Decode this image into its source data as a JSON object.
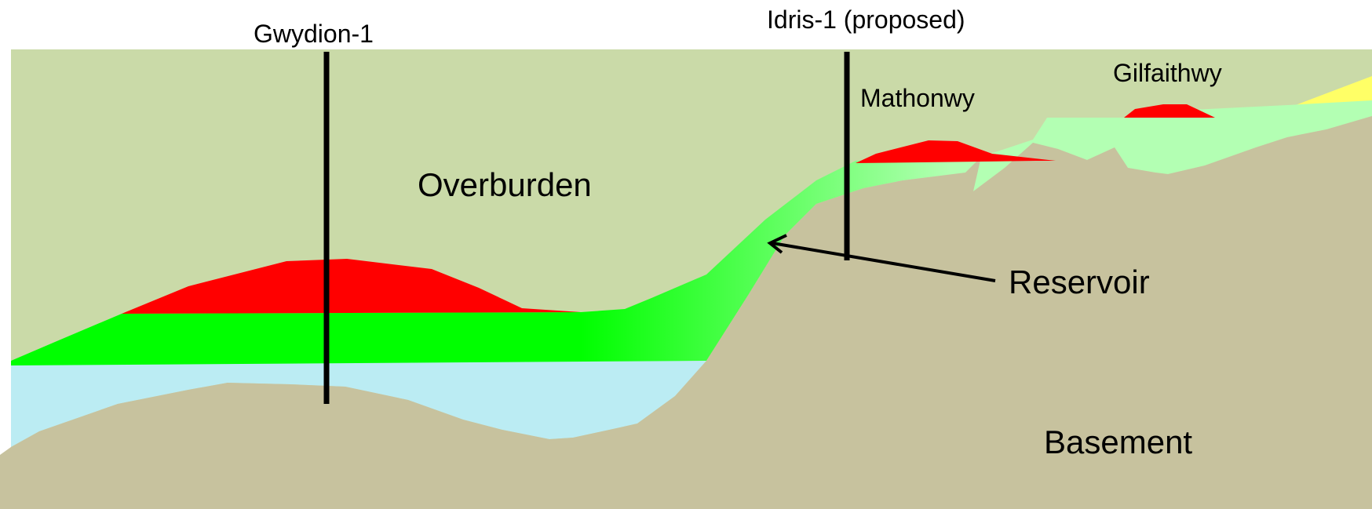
{
  "diagram": {
    "wells": [
      {
        "id": "gwydion",
        "label": "Gwydion-1"
      },
      {
        "id": "idris",
        "label": "Idris-1 (proposed)"
      }
    ],
    "fields": [
      {
        "id": "mathonwy",
        "label": "Mathonwy"
      },
      {
        "id": "gilfaithwy",
        "label": "Gilfaithwy"
      }
    ],
    "units": {
      "overburden": "Overburden",
      "reservoir": "Reservoir",
      "basement": "Basement"
    },
    "colors": {
      "overburden": "#cadaa8",
      "basement": "#c7c29e",
      "reservoir_green": "#00ff00",
      "reservoir_light": "#b3ffb3",
      "water": "#bbecf3",
      "hydrocarbon": "#ff0000",
      "yellow": "#ffff66",
      "wellbore": "#000000"
    }
  }
}
